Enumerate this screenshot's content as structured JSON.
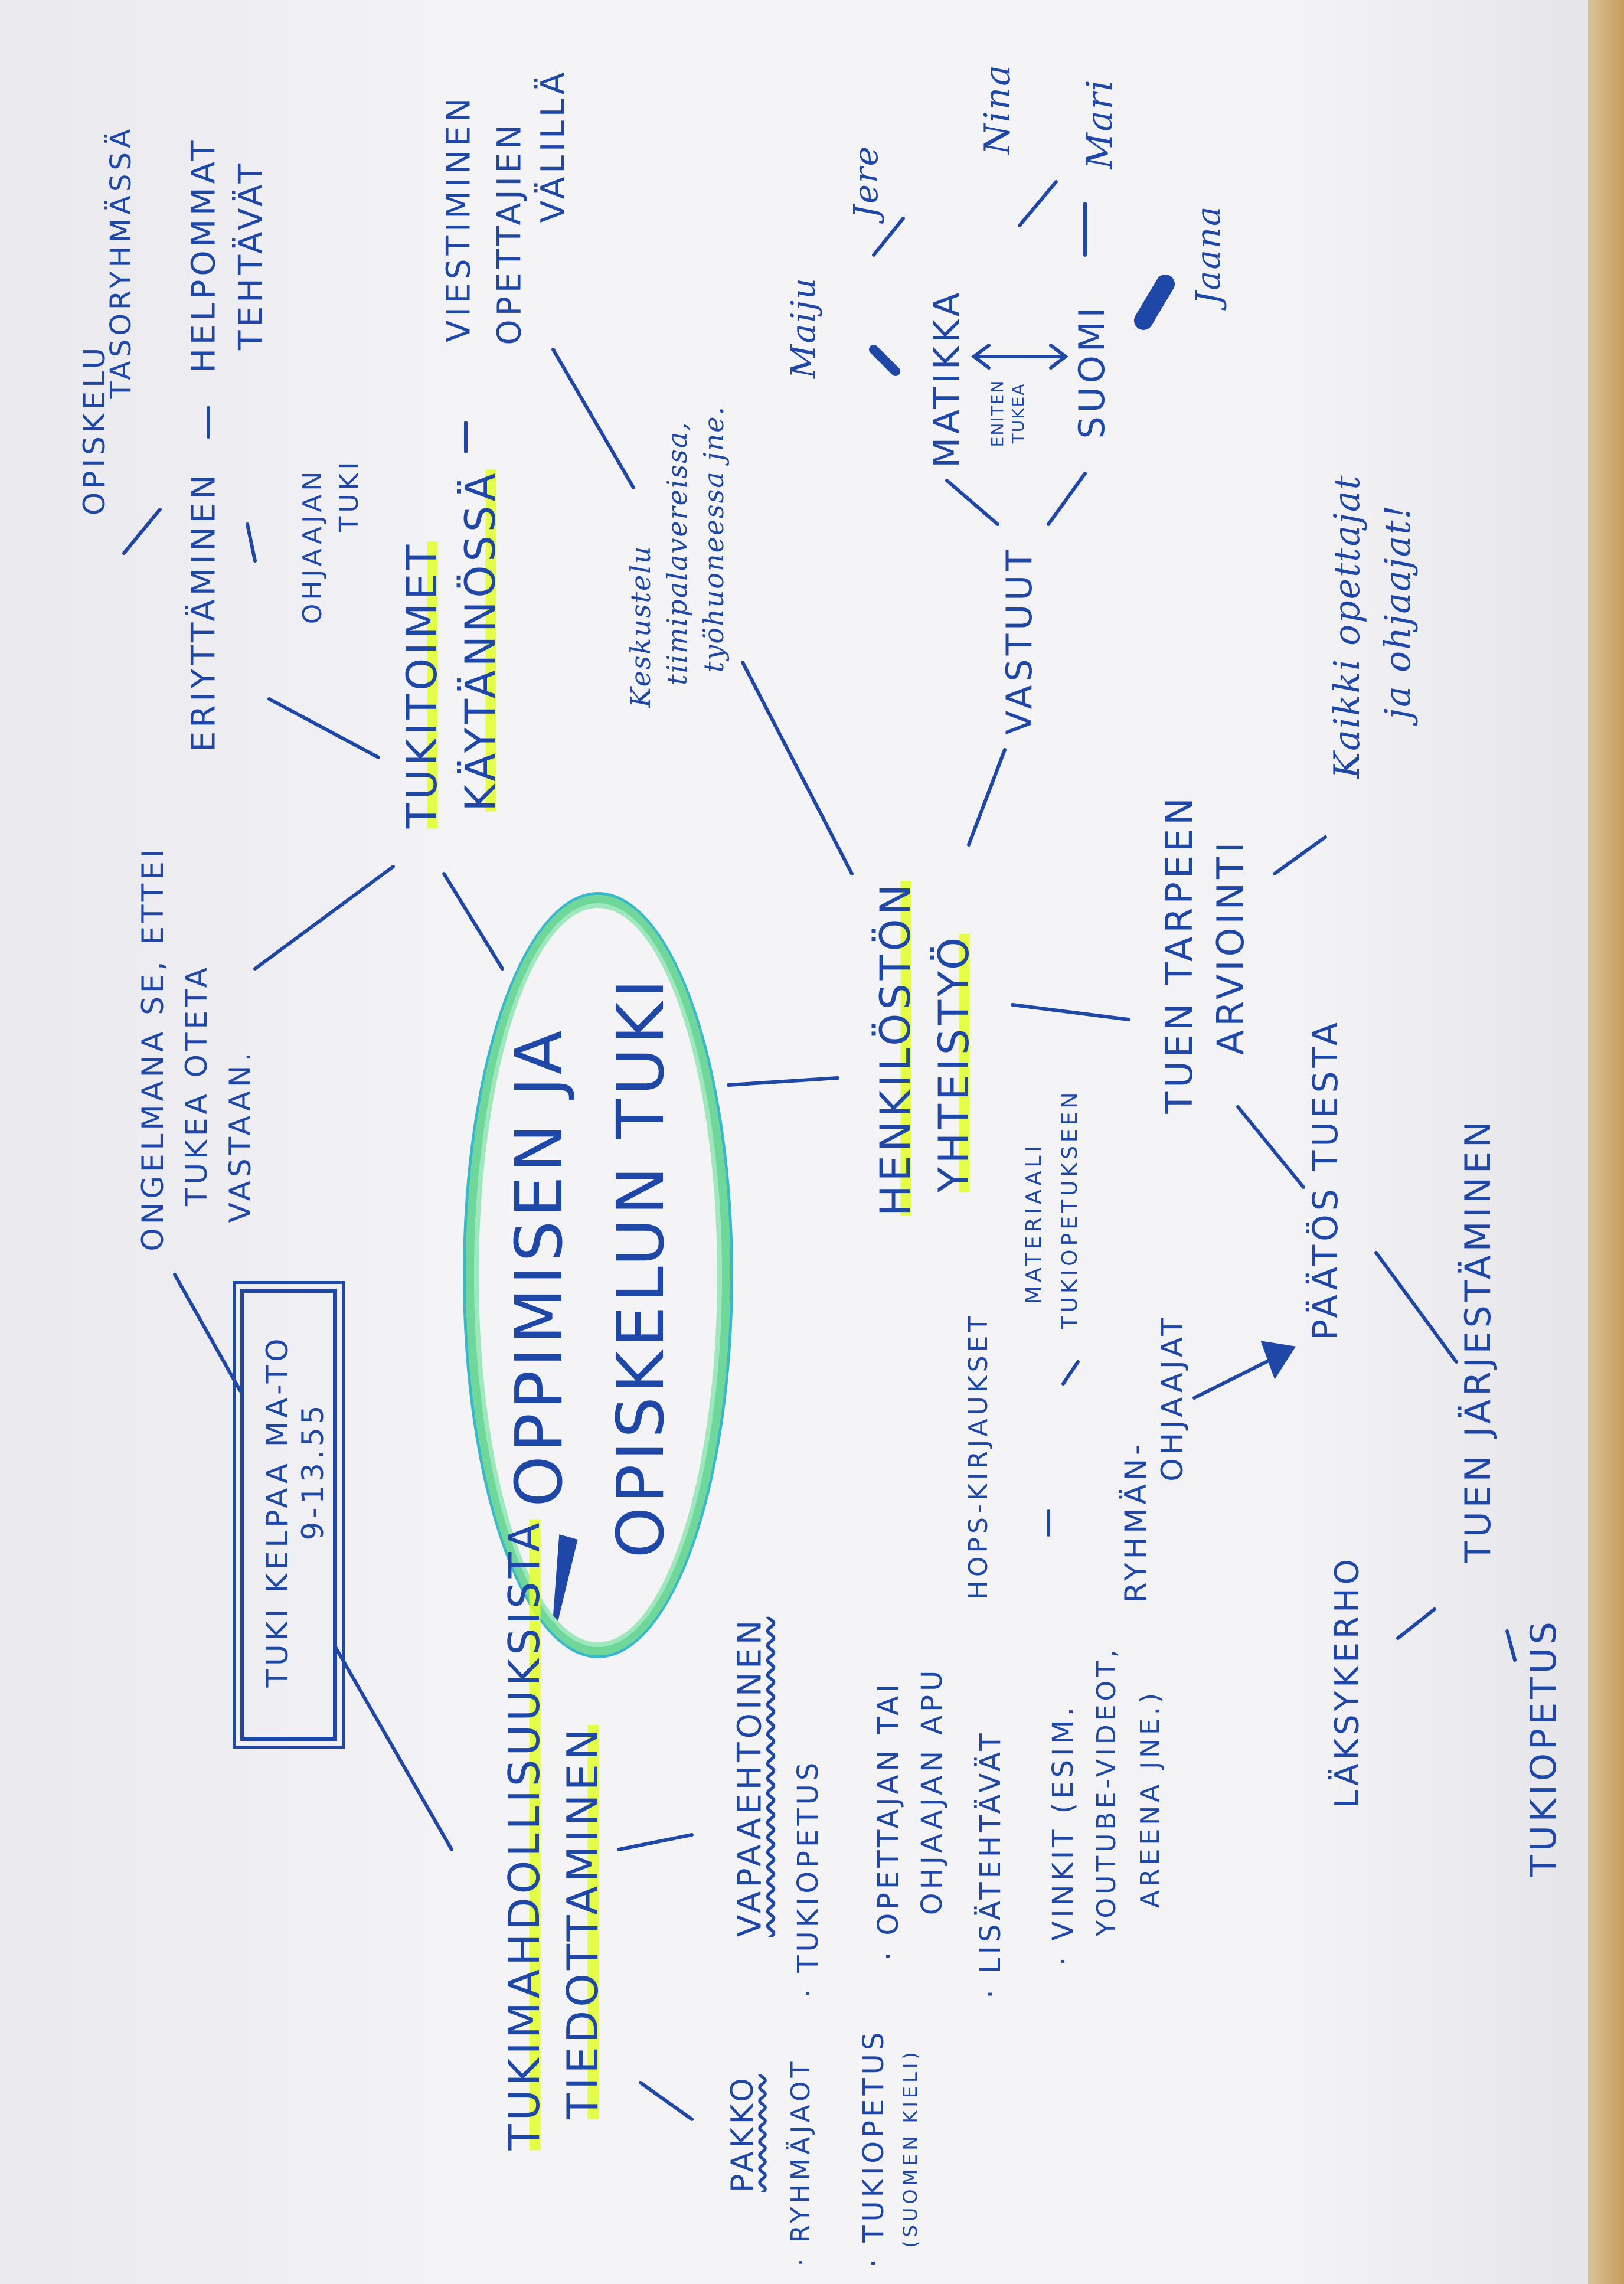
{
  "central_topic": {
    "line1": "OPPIMISEN JA",
    "line2": "OPISKELUN TUKI"
  },
  "info_box": {
    "line1": "TUKI KELPAA MA-TO",
    "line2": "9-13.55"
  },
  "problem_note": {
    "line1": "ONGELMANA SE, ETTEI",
    "line2": "TUKEA OTETA",
    "line3": "VASTAAN."
  },
  "informing": {
    "line1": "TUKIMAHDOLLISUUKSISTA",
    "line2": "TIEDOTTAMINEN",
    "voluntary": {
      "title": "VAPAAEHTOINEN",
      "items": [
        "· TUKIOPETUS",
        "· OPETTAJAN TAI",
        "OHJAAJAN APU",
        "· LISÄTEHTÄVÄT",
        "· VINKIT (ESIM.",
        "YOUTUBE-VIDEOT,",
        "AREENA JNE.)"
      ]
    },
    "mandatory": {
      "title": "PAKKO",
      "items": [
        "· RYHMÄJAOT",
        "· TUKIOPETUS",
        "(SUOMEN KIELI)"
      ]
    }
  },
  "practice": {
    "line1": "TUKITOIMET",
    "line2": "KÄYTÄNNÖSSÄ",
    "differentiation": "ERIYTTÄMINEN",
    "assistant_support": {
      "line1": "OHJAAJAN",
      "line2": "TUKI"
    },
    "level_group": {
      "line1": "OPISKELU",
      "line2": "TASORYHMÄSSÄ"
    },
    "easier_tasks": {
      "line1": "HELPOMMAT",
      "line2": "TEHTÄVÄT"
    },
    "communication": {
      "line1": "VIESTIMINEN",
      "line2": "OPETTAJIEN",
      "line3": "VÄLILLÄ"
    },
    "discussion": {
      "line1": "Keskustelu",
      "line2": "tiimipalavereissa,",
      "line3": "työhuoneessa jne."
    }
  },
  "staff": {
    "line1": "HENKILÖSTÖN",
    "line2": "YHTEISTYÖ",
    "responsibilities": "VASTUUT",
    "math": "MATIKKA",
    "most_support": {
      "line1": "ENITEN",
      "line2": "TUKEA"
    },
    "finnish": "SUOMI",
    "names": [
      "Maiju",
      "Jere",
      "Nina",
      "Mari",
      "Jaana"
    ]
  },
  "assessment": {
    "line1": "TUEN TARPEEN",
    "line2": "ARVIOINTI",
    "everyone": {
      "line1": "Kaikki opettajat",
      "line2": "ja ohjaajat!"
    },
    "decision": "PÄÄTÖS TUESTA",
    "arranging": "TUEN JÄRJESTÄMINEN",
    "homework_club": "LÄKSYKERHO",
    "tutoring": "TUKIOPETUS",
    "hops": "HOPS-KIRJAUKSET",
    "material": {
      "line1": "MATERIAALI",
      "line2": "TUKIOPETUKSEEN"
    },
    "group_leaders": {
      "line1": "RYHMÄN-",
      "line2": "OHJAAJAT"
    }
  },
  "colors": {
    "ink": "#1f47a8",
    "highlight": "#e1ff28",
    "bubble": "#6fd79a",
    "paper": "#f3f3f6"
  }
}
